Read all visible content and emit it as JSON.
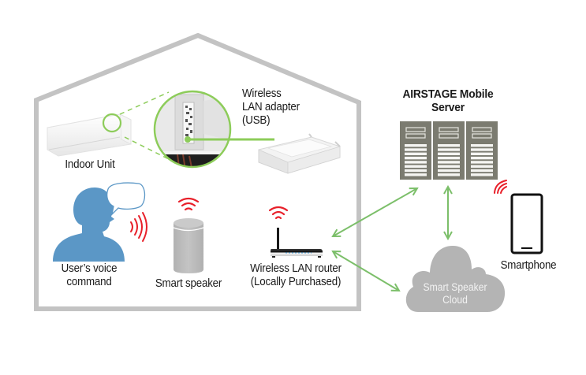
{
  "diagram": {
    "house": {
      "nodes": {
        "indoor_unit": {
          "label": "Indoor Unit"
        },
        "wireless_lan_adapter": {
          "label_lines": [
            "Wireless",
            "LAN adapter",
            "(USB)"
          ]
        },
        "user_voice": {
          "label_lines": [
            "User’s voice",
            "command"
          ]
        },
        "smart_speaker": {
          "label": "Smart speaker"
        },
        "router": {
          "label_lines": [
            "Wireless LAN router",
            "(Locally Purchased)"
          ]
        }
      }
    },
    "external": {
      "server": {
        "label_lines": [
          "AIRSTAGE Mobile",
          "Server"
        ],
        "rack_count": 3
      },
      "cloud": {
        "label_lines": [
          "Smart Speaker",
          "Cloud"
        ]
      },
      "smartphone": {
        "label": "Smartphone"
      }
    },
    "connections": [
      {
        "from": "router",
        "to": "server",
        "style": "bidirectional-arrow"
      },
      {
        "from": "router",
        "to": "cloud",
        "style": "bidirectional-arrow"
      },
      {
        "from": "server",
        "to": "cloud",
        "style": "bidirectional-arrow"
      },
      {
        "from": "indoor_unit",
        "to": "wireless_lan_adapter",
        "style": "zoom-callout"
      }
    ],
    "icons": {
      "wifi_signal": "wifi-icon",
      "voice_waves": "sound-waves-icon",
      "speech_bubble": "speech-bubble-icon"
    },
    "colors": {
      "house_outline": "#c3c3c3",
      "connector_green": "#7cbf6a",
      "callout_green": "#8dcc5a",
      "wifi_red": "#e8202a",
      "person_blue": "#5b97c6",
      "server_gray": "#7b7b70",
      "cloud_gray": "#b4b4b4",
      "speaker_gray": "#bdbdbd"
    }
  }
}
